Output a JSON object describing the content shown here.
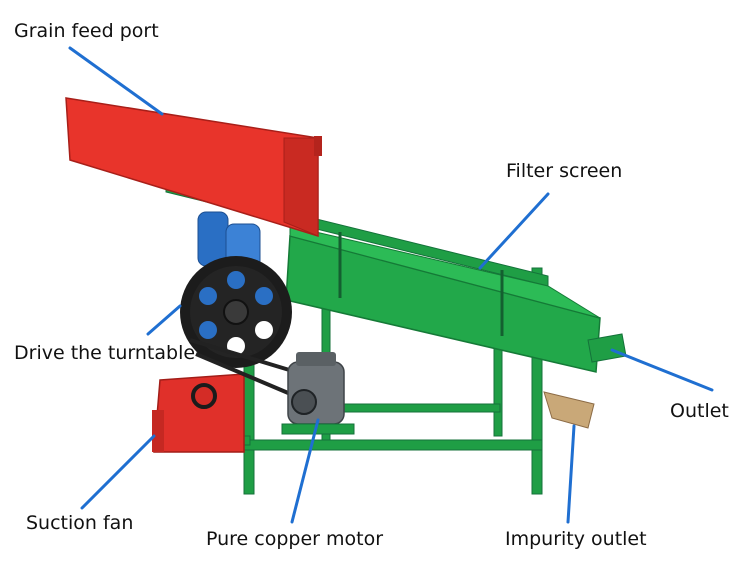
{
  "labels": {
    "grain_feed_port": "Grain feed port",
    "filter_screen": "Filter screen",
    "drive_turntable": "Drive the turntable",
    "outlet": "Outlet",
    "suction_fan": "Suction fan",
    "pure_copper_motor": "Pure copper motor",
    "impurity_outlet": "Impurity outlet"
  },
  "colors": {
    "hopper_red": "#e8342b",
    "frame_green": "#1f9e45",
    "pulley_black": "#1c1c1c",
    "fan_blue": "#2a6fc4",
    "leader_line": "#1f6fd1",
    "motor_grey": "#6d7378"
  }
}
